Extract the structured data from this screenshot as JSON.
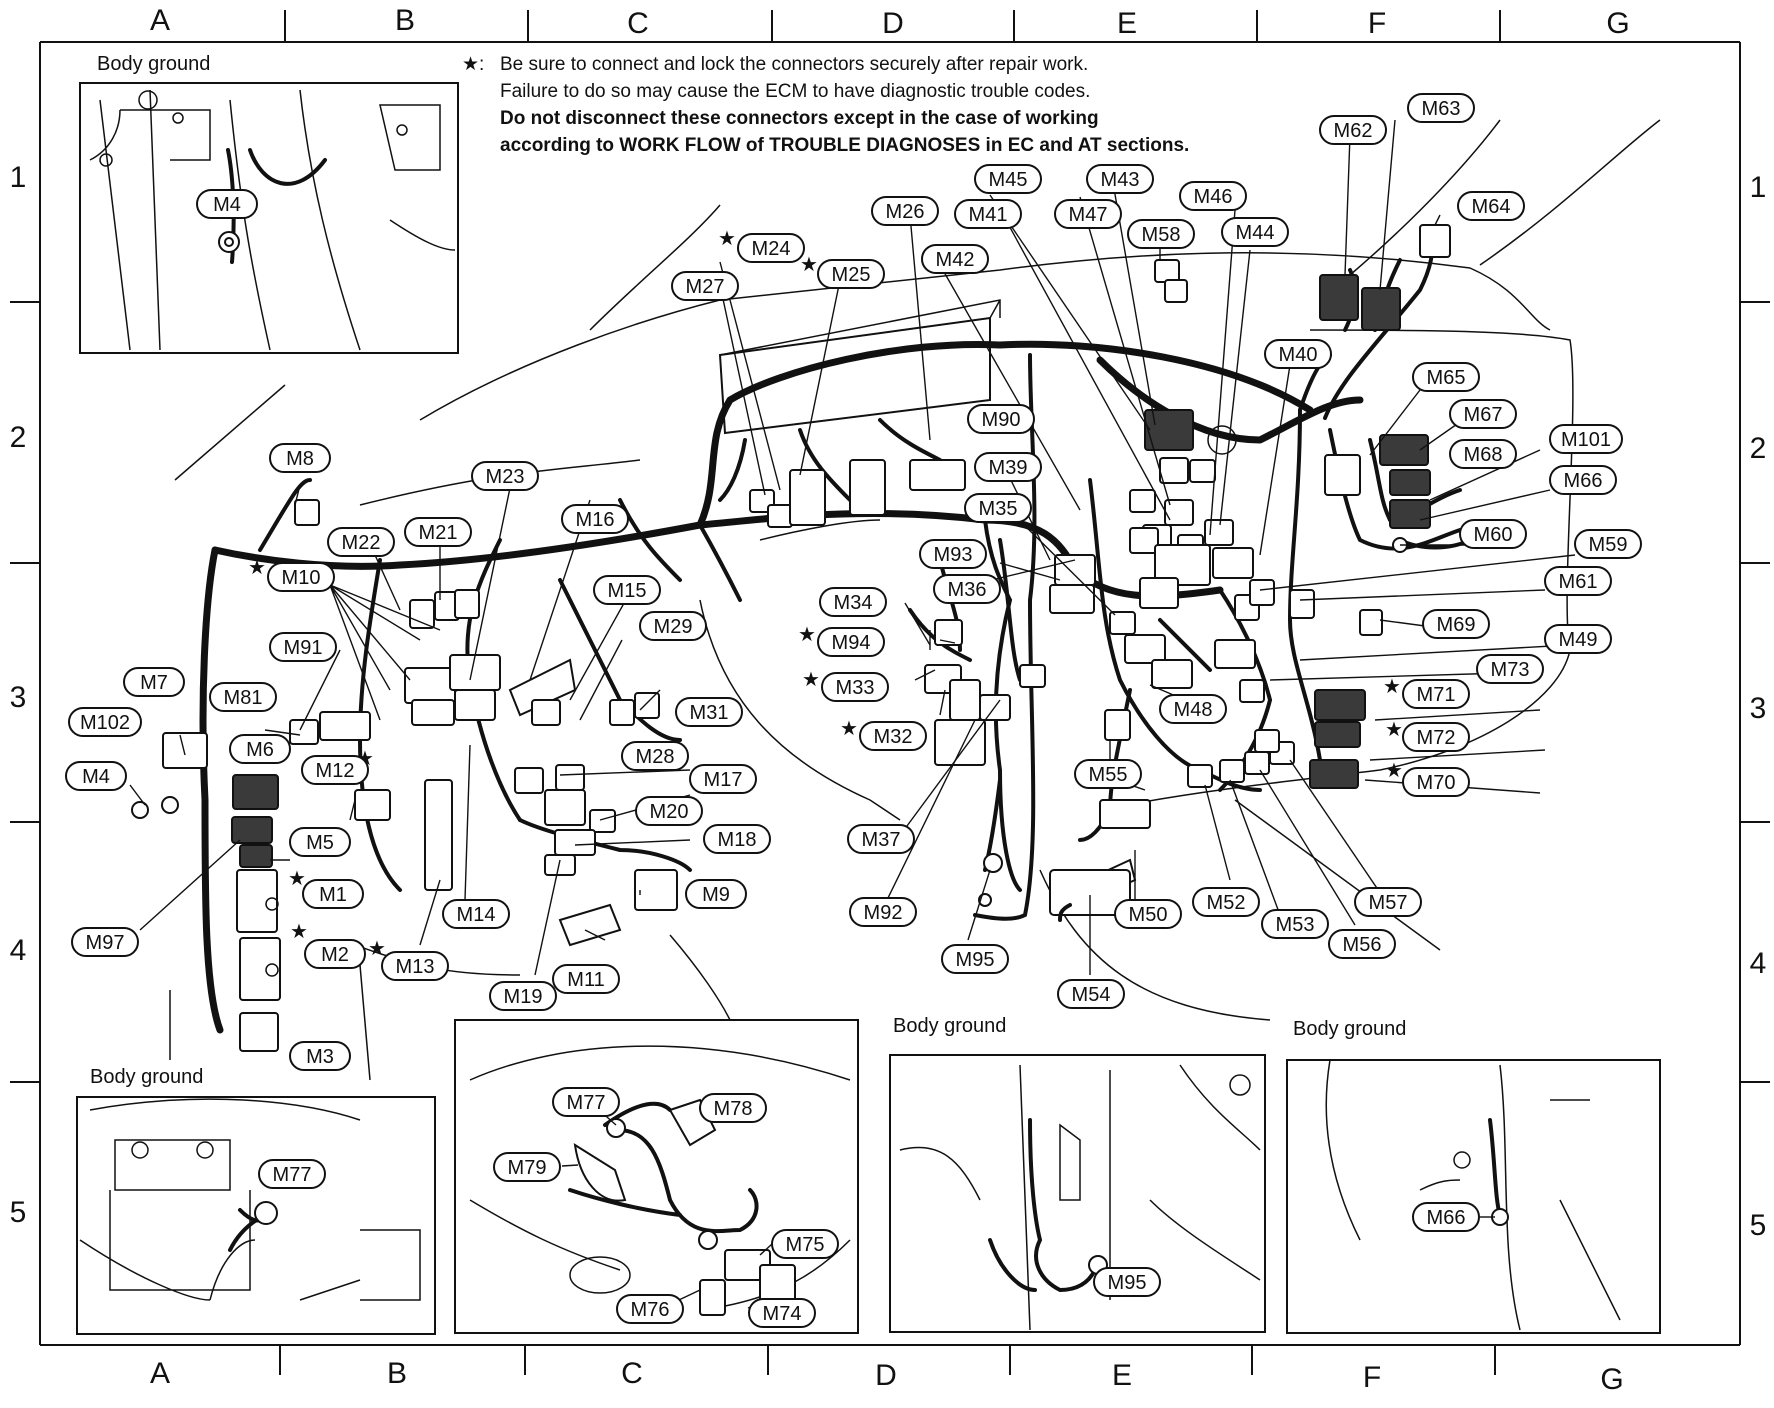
{
  "grid": {
    "columns": [
      "A",
      "B",
      "C",
      "D",
      "E",
      "F",
      "G"
    ],
    "rows": [
      "1",
      "2",
      "3",
      "4",
      "5"
    ]
  },
  "note": {
    "star_symbol": "★:",
    "line1": "Be sure to connect and lock the connectors securely after repair work.",
    "line2": "Failure to do so may cause the ECM to have diagnostic trouble codes.",
    "line3": "Do not disconnect these connectors except in the case of working",
    "line4": "according to WORK FLOW of TROUBLE DIAGNOSES in EC and AT sections."
  },
  "insets": {
    "top_left_title": "Body ground",
    "bottom_left_title": "Body ground",
    "bottom_mid_right_title": "Body ground",
    "bottom_right_title": "Body ground"
  },
  "connectors": {
    "M1": "M1",
    "M2": "M2",
    "M3": "M3",
    "M4": "M4",
    "M5": "M5",
    "M6": "M6",
    "M7": "M7",
    "M8": "M8",
    "M9": "M9",
    "M10": "M10",
    "M11": "M11",
    "M12": "M12",
    "M13": "M13",
    "M14": "M14",
    "M15": "M15",
    "M16": "M16",
    "M17": "M17",
    "M18": "M18",
    "M19": "M19",
    "M20": "M20",
    "M21": "M21",
    "M22": "M22",
    "M23": "M23",
    "M24": "M24",
    "M25": "M25",
    "M26": "M26",
    "M27": "M27",
    "M28": "M28",
    "M29": "M29",
    "M31": "M31",
    "M32": "M32",
    "M33": "M33",
    "M34": "M34",
    "M35": "M35",
    "M36": "M36",
    "M37": "M37",
    "M39": "M39",
    "M40": "M40",
    "M41": "M41",
    "M42": "M42",
    "M43": "M43",
    "M44": "M44",
    "M45": "M45",
    "M46": "M46",
    "M47": "M47",
    "M48": "M48",
    "M49": "M49",
    "M50": "M50",
    "M52": "M52",
    "M53": "M53",
    "M54": "M54",
    "M55": "M55",
    "M56": "M56",
    "M57": "M57",
    "M58": "M58",
    "M59": "M59",
    "M60": "M60",
    "M61": "M61",
    "M62": "M62",
    "M63": "M63",
    "M64": "M64",
    "M65": "M65",
    "M66": "M66",
    "M67": "M67",
    "M68": "M68",
    "M69": "M69",
    "M70": "M70",
    "M71": "M71",
    "M72": "M72",
    "M73": "M73",
    "M74": "M74",
    "M75": "M75",
    "M76": "M76",
    "M77": "M77",
    "M78": "M78",
    "M79": "M79",
    "M81": "M81",
    "M90": "M90",
    "M91": "M91",
    "M92": "M92",
    "M93": "M93",
    "M94": "M94",
    "M95": "M95",
    "M97": "M97",
    "M101": "M101",
    "M102": "M102"
  },
  "star_marker": "★"
}
